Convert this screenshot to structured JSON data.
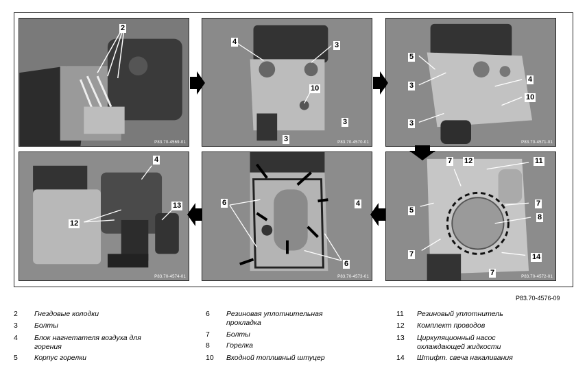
{
  "reference": "P83.70-4576-09",
  "panels": [
    {
      "code": "P83.70-4569-01",
      "callouts": [
        "2"
      ]
    },
    {
      "code": "P83.70-4570-01",
      "callouts": [
        "4",
        "3",
        "10",
        "3",
        "3"
      ]
    },
    {
      "code": "P83.70-4571-01",
      "callouts": [
        "5",
        "3",
        "4",
        "10",
        "3"
      ]
    },
    {
      "code": "P83.70-4574-01",
      "callouts": [
        "4",
        "13",
        "12"
      ]
    },
    {
      "code": "P83.70-4573-01",
      "callouts": [
        "6",
        "4",
        "6"
      ]
    },
    {
      "code": "P83.70-4572-01",
      "callouts": [
        "7",
        "12",
        "11",
        "5",
        "7",
        "8",
        "7",
        "14",
        "7"
      ]
    }
  ],
  "legend": [
    {
      "num": "2",
      "text": "Гнездовые колодки"
    },
    {
      "num": "3",
      "text": "Болты"
    },
    {
      "num": "4",
      "text": "Блок нагнетателя воздуха для горения"
    },
    {
      "num": "5",
      "text": "Корпус горелки"
    },
    {
      "num": "6",
      "text": "Резиновая уплотнительная прокладка"
    },
    {
      "num": "7",
      "text": "Болты"
    },
    {
      "num": "8",
      "text": "Горелка"
    },
    {
      "num": "10",
      "text": "Входной топливный штуцер"
    },
    {
      "num": "11",
      "text": "Резиновый уплотнитель"
    },
    {
      "num": "12",
      "text": "Комплект проводов"
    },
    {
      "num": "13",
      "text": "Циркуляционный насос охлаждающей жидкости"
    },
    {
      "num": "14",
      "text": "Штифт. свеча накаливания"
    }
  ]
}
